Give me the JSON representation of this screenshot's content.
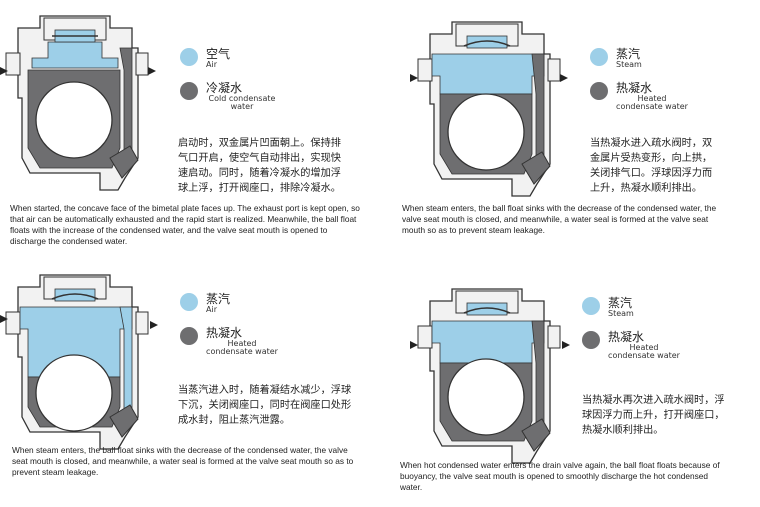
{
  "colors": {
    "air_steam": "#9dcfe8",
    "condensate": "#6e6e70",
    "outline": "#333333",
    "body": "#f2f2f2"
  },
  "panels": [
    {
      "legend": [
        {
          "zh": "空气",
          "en": "Air",
          "color": "#9dcfe8"
        },
        {
          "zh": "冷凝水",
          "en": "Cold condensate water",
          "color": "#6e6e70"
        }
      ],
      "zh_desc": "启动时，双金属片凹面朝上。保持排气口开启，使空气自动排出，实现快速启动。同时，随着冷凝水的增加浮球上浮，打开阀座口，排除冷凝水。",
      "en_desc": "When started, the concave face of the bimetal plate faces up. The exhaust port is kept open, so that air can be automatically exhausted and the rapid start is realized. Meanwhile, the ball float floats with the increase of the condensed water, and the valve seat mouth is opened to discharge the condensed water."
    },
    {
      "legend": [
        {
          "zh": "蒸汽",
          "en": "Steam",
          "color": "#9dcfe8"
        },
        {
          "zh": "热凝水",
          "en": "Heated condensate water",
          "color": "#6e6e70"
        }
      ],
      "zh_desc": "当热凝水进入疏水阀时，双金属片受热变形，向上拱，关闭排气口。浮球因浮力而上升，热凝水顺利排出。",
      "en_desc": "When steam enters, the ball float sinks with the decrease of the condensed water, the valve seat mouth is closed, and meanwhile, a water seal is formed at the valve seat mouth so as to prevent steam leakage."
    },
    {
      "legend": [
        {
          "zh": "蒸汽",
          "en": "Air",
          "color": "#9dcfe8"
        },
        {
          "zh": "热凝水",
          "en": "Heated condensate water",
          "color": "#6e6e70"
        }
      ],
      "zh_desc": "当蒸汽进入时，随着凝结水减少，浮球下沉，关闭阀座口，同时在阀座口处形成水封，阻止蒸汽泄露。",
      "en_desc": "When steam enters, the ball float sinks with the decrease of the condensed water, the valve seat mouth is closed, and meanwhile, a water seal is formed at the valve seat mouth so as to prevent steam leakage."
    },
    {
      "legend": [
        {
          "zh": "蒸汽",
          "en": "Steam",
          "color": "#9dcfe8"
        },
        {
          "zh": "热凝水",
          "en": "Heated condensate water",
          "color": "#6e6e70"
        }
      ],
      "zh_desc": "当热凝水再次进入疏水阀时，浮球因浮力而上升，打开阀座口，热凝水顺利排出。",
      "en_desc": "When hot condensed water enters the drain valve again, the ball float floats because of buoyancy, the valve seat mouth is opened to smoothly discharge the hot condensed water."
    }
  ]
}
